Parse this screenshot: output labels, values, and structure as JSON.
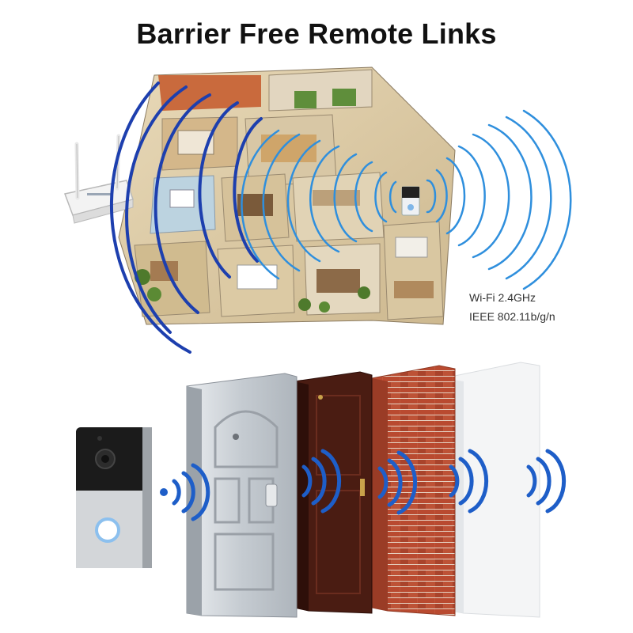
{
  "title": "Barrier Free Remote Links",
  "specs": {
    "wifi": "Wi-Fi 2.4GHz",
    "standard": "IEEE 802.11b/g/n"
  },
  "colors": {
    "signal_blue": "#1d3fae",
    "signal_light_blue": "#2f8fdd",
    "wall_brick": "#b6452c",
    "door_wood": "#4a1c12",
    "door_steel": "#c9ced4"
  },
  "icons": [
    "router-icon",
    "doorbell-icon",
    "wifi-wave-icon"
  ]
}
